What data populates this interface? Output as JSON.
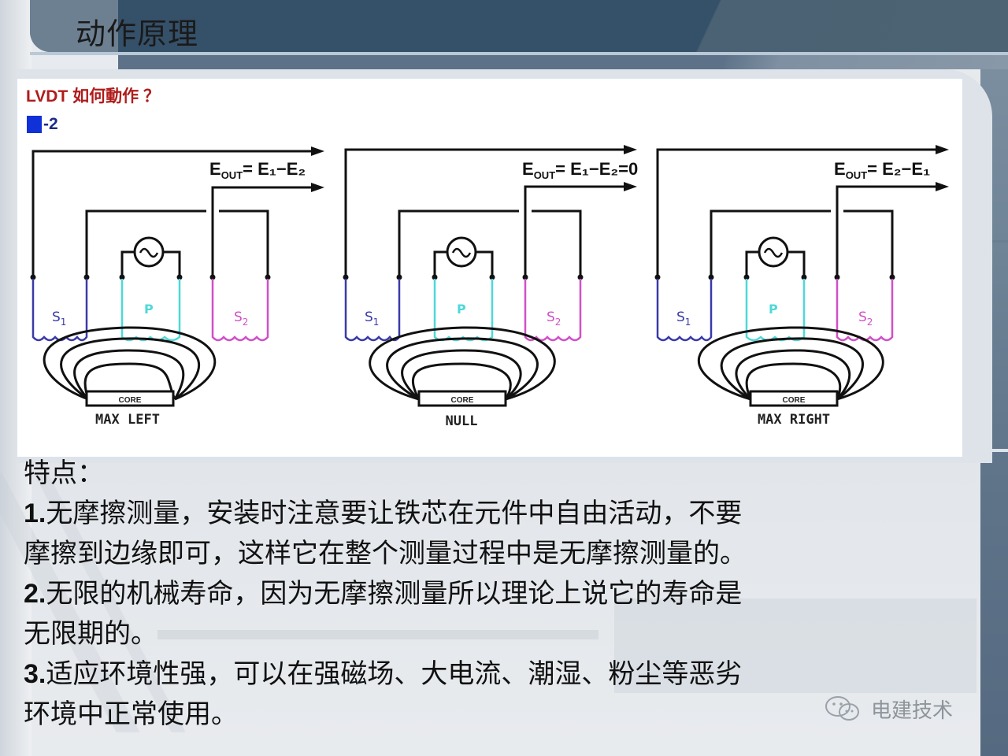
{
  "slide": {
    "title": "动作原理",
    "question": "LVDT 如何動作 ？",
    "figure_label": "-2",
    "colors": {
      "header": "#355069",
      "question_red": "#b01c1c",
      "fig_blue": "#1030d8",
      "coil_s1": "#3a3aa8",
      "coil_p": "#4fd8d8",
      "coil_s2": "#d050c8",
      "wire": "#111111"
    }
  },
  "diagrams": [
    {
      "position_label": "MAX LEFT",
      "core_label": "CORE",
      "equation": {
        "lhs": "E",
        "lhs_sub": "OUT",
        "rhs": "= E₁−E₂"
      },
      "coils": [
        "S₁",
        "P",
        "S₂"
      ]
    },
    {
      "position_label": "NULL",
      "core_label": "CORE",
      "equation": {
        "lhs": "E",
        "lhs_sub": "OUT",
        "rhs": "= E₁−E₂=0"
      },
      "coils": [
        "S₁",
        "P",
        "S₂"
      ]
    },
    {
      "position_label": "MAX RIGHT",
      "core_label": "CORE",
      "equation": {
        "lhs": "E",
        "lhs_sub": "OUT",
        "rhs": "= E₂−E₁"
      },
      "coils": [
        "S₁",
        "P",
        "S₂"
      ]
    }
  ],
  "features": {
    "heading": "特点：",
    "lines": [
      {
        "num": "1.",
        "text": "无摩擦测量，安装时注意要让铁芯在元件中自由活动，不要"
      },
      {
        "num": "",
        "text": "摩擦到边缘即可，这样它在整个测量过程中是无摩擦测量的。"
      },
      {
        "num": "2.",
        "text": "无限的机械寿命，因为无摩擦测量所以理论上说它的寿命是"
      },
      {
        "num": "",
        "text": "无限期的。"
      },
      {
        "num": "3.",
        "text": "适应环境性强，可以在强磁场、大电流、潮湿、粉尘等恶劣"
      },
      {
        "num": "",
        "text": "环境中正常使用。"
      }
    ]
  },
  "watermark": {
    "icon": "wechat-icon",
    "text": "电建技术"
  }
}
